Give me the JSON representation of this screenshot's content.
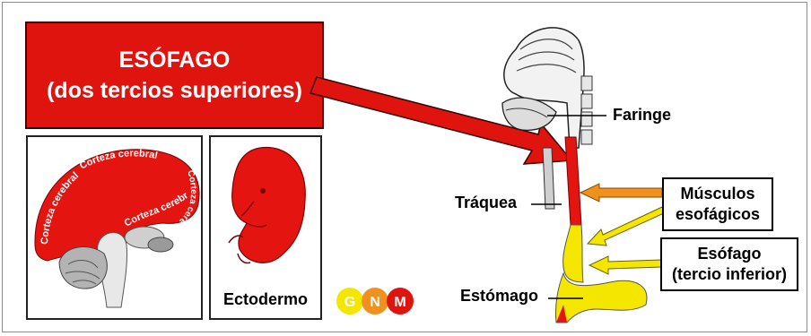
{
  "title": {
    "line1": "ESÓFAGO",
    "line2": "(dos tercios superiores)"
  },
  "brain_panel": {
    "cortex_labels": [
      "Corteza cerebral",
      "Corteza cerebral",
      "Corteza cerebral",
      "Corteza cerebral"
    ]
  },
  "embryo_panel": {
    "label": "Ectodermo"
  },
  "logo": {
    "letters": [
      "G",
      "N",
      "M"
    ]
  },
  "anatomy_labels": {
    "faringe": "Faringe",
    "traquea": "Tráquea",
    "estomago": "Estómago"
  },
  "callouts": {
    "musculos": {
      "line1": "Músculos",
      "line2": "esofágicos"
    },
    "esofago": {
      "line1": "Esófago",
      "line2": "(tercio inferior)"
    }
  },
  "colors": {
    "red": "#e0140f",
    "yellow": "#f5e600",
    "orange": "#f0901e",
    "dark_red": "#8a0000"
  }
}
